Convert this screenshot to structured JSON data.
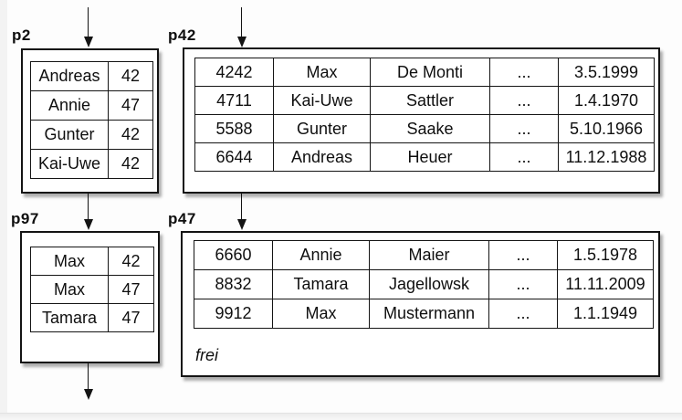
{
  "colors": {
    "line": "#141414",
    "box_fill": "#ffffff",
    "background": "#fdfdfd",
    "shadow": "#999999"
  },
  "pages": {
    "p2": {
      "label": "p2",
      "rows": [
        [
          "Andreas",
          "42"
        ],
        [
          "Annie",
          "47"
        ],
        [
          "Gunter",
          "42"
        ],
        [
          "Kai-Uwe",
          "42"
        ]
      ]
    },
    "p42": {
      "label": "p42",
      "rows": [
        [
          "4242",
          "Max",
          "De Monti",
          "...",
          "3.5.1999"
        ],
        [
          "4711",
          "Kai-Uwe",
          "Sattler",
          "...",
          "1.4.1970"
        ],
        [
          "5588",
          "Gunter",
          "Saake",
          "...",
          "5.10.1966"
        ],
        [
          "6644",
          "Andreas",
          "Heuer",
          "...",
          "11.12.1988"
        ]
      ]
    },
    "p97": {
      "label": "p97",
      "rows": [
        [
          "Max",
          "42"
        ],
        [
          "Max",
          "47"
        ],
        [
          "Tamara",
          "47"
        ]
      ]
    },
    "p47": {
      "label": "p47",
      "rows": [
        [
          "6660",
          "Annie",
          "Maier",
          "...",
          "1.5.1978"
        ],
        [
          "8832",
          "Tamara",
          "Jagellowsk",
          "...",
          "11.11.2009"
        ],
        [
          "9912",
          "Max",
          "Mustermann",
          "...",
          "1.1.1949"
        ]
      ],
      "free_label": "frei"
    }
  },
  "arrows": [
    {
      "from": "above",
      "to": "p2"
    },
    {
      "from": "above",
      "to": "p42"
    },
    {
      "from": "p2",
      "to": "p97"
    },
    {
      "from": "p42",
      "to": "p47"
    },
    {
      "from": "p97",
      "to": "below"
    }
  ]
}
